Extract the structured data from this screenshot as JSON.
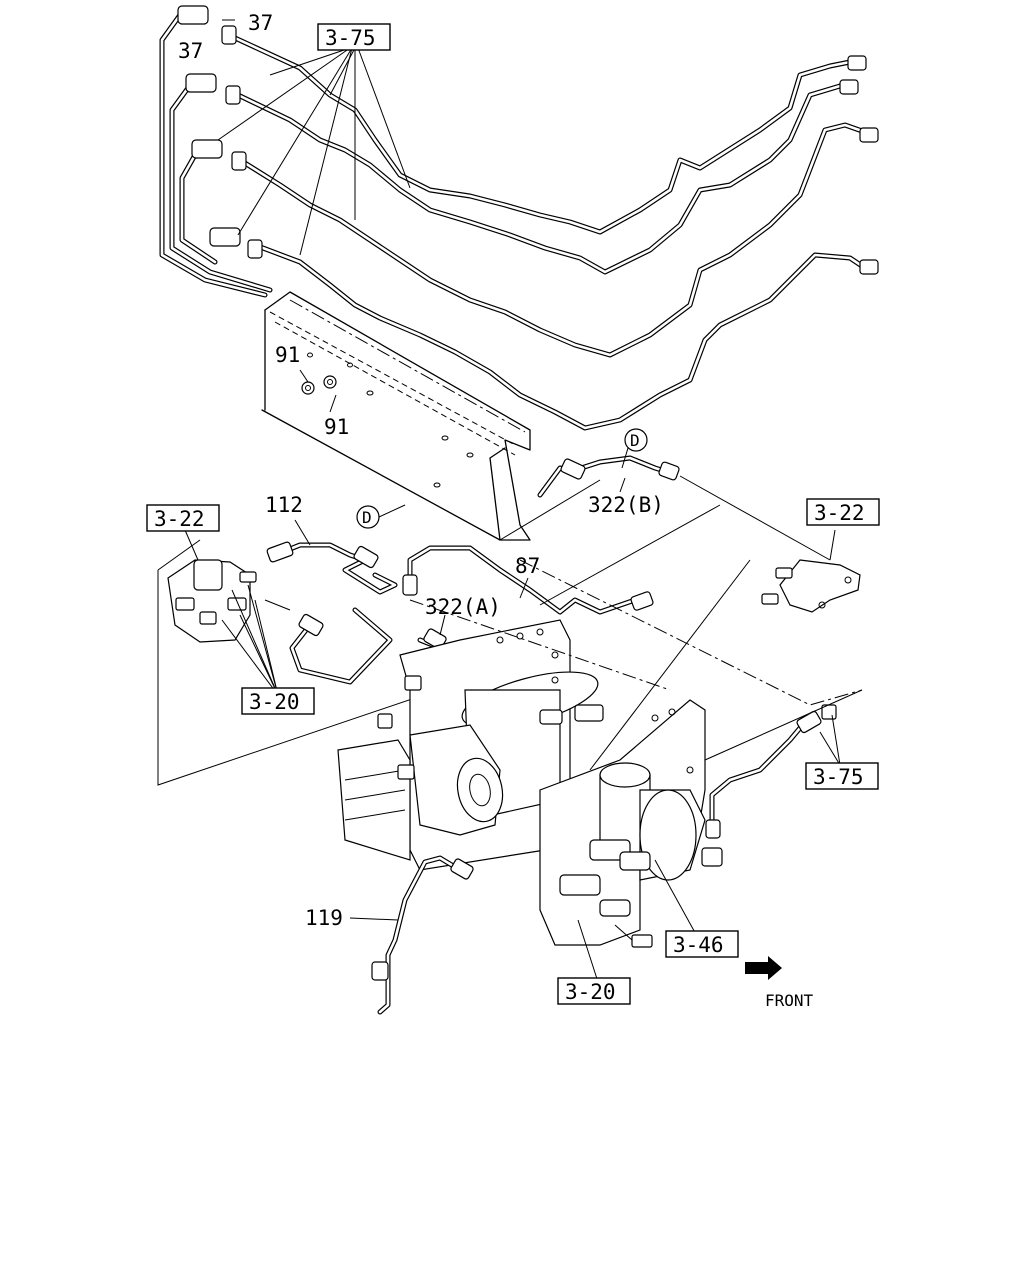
{
  "labels": {
    "p37a": "37",
    "p37b": "37",
    "ref_3_75_top": "3-75",
    "p91a": "91",
    "p91b": "91",
    "marker_d_top": "D",
    "p322b": "322(B)",
    "ref_3_22_right": "3-22",
    "ref_3_22_left": "3-22",
    "p112": "112",
    "marker_d_left": "D",
    "p87": "87",
    "p322a": "322(A)",
    "ref_3_20_left": "3-20",
    "ref_3_75_right": "3-75",
    "p119": "119",
    "ref_3_46": "3-46",
    "ref_3_20_bottom": "3-20",
    "front": "FRONT"
  }
}
